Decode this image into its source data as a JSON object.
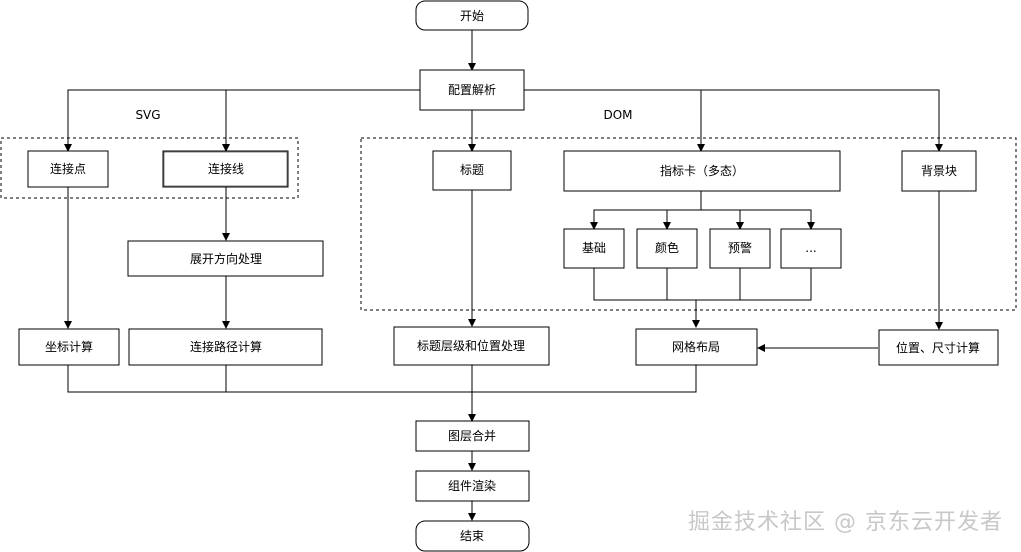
{
  "diagram": {
    "nodes": {
      "start": "开始",
      "config": "配置解析",
      "anchor": "连接点",
      "line": "连接线",
      "title": "标题",
      "kpi": "指标卡（多态）",
      "bgblock": "背景块",
      "basic": "基础",
      "color": "颜色",
      "warn": "预警",
      "more": "...",
      "expand": "展开方向处理",
      "coord": "坐标计算",
      "path": "连接路径计算",
      "titlepos": "标题层级和位置处理",
      "grid": "网格布局",
      "possize": "位置、尺寸计算",
      "merge": "图层合并",
      "render": "组件渲染",
      "end": "结束"
    },
    "groups": {
      "svg": "SVG",
      "dom": "DOM"
    }
  },
  "watermark": "掘金技术社区 @ 京东云开发者"
}
